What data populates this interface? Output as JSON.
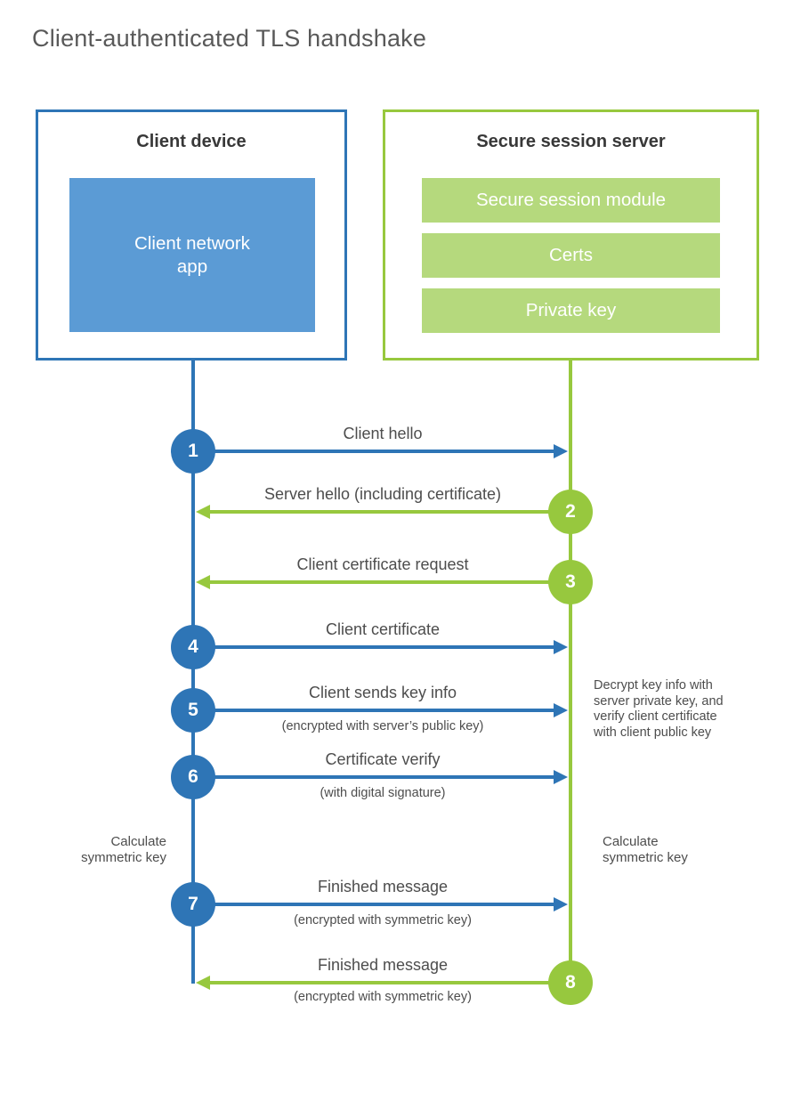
{
  "title": "Client-authenticated TLS handshake",
  "client": {
    "title": "Client device",
    "app": {
      "line1": "Client network",
      "line2": "app"
    }
  },
  "server": {
    "title": "Secure session server",
    "modules": {
      "m1": "Secure session module",
      "m2": "Certs",
      "m3": "Private key"
    }
  },
  "messages": [
    {
      "num": "1",
      "from": "client",
      "label": "Client hello"
    },
    {
      "num": "2",
      "from": "server",
      "label": "Server hello (including certificate)"
    },
    {
      "num": "3",
      "from": "server",
      "label": "Client certificate request"
    },
    {
      "num": "4",
      "from": "client",
      "label": "Client certificate"
    },
    {
      "num": "5",
      "from": "client",
      "label": "Client sends key info",
      "sub": "(encrypted with server’s public key)"
    },
    {
      "num": "6",
      "from": "client",
      "label": "Certificate verify",
      "sub": "(with digital signature)"
    },
    {
      "num": "7",
      "from": "client",
      "label": "Finished message",
      "sub": "(encrypted with symmetric key)"
    },
    {
      "num": "8",
      "from": "server",
      "label": "Finished message",
      "sub": "(encrypted with symmetric key)"
    }
  ],
  "notes": {
    "decrypt": {
      "line1": "Decrypt key info with",
      "line2": "server private key, and",
      "line3": "verify client certificate",
      "line4": "with client public key"
    },
    "calc_left": {
      "line1": "Calculate",
      "line2": "symmetric key"
    },
    "calc_right": {
      "line1": "Calculate",
      "line2": "symmetric key"
    }
  },
  "colors": {
    "blue": "#2e75b6",
    "blue_light": "#5b9bd5",
    "green": "#97c83e",
    "green_light": "#b5d97d"
  }
}
